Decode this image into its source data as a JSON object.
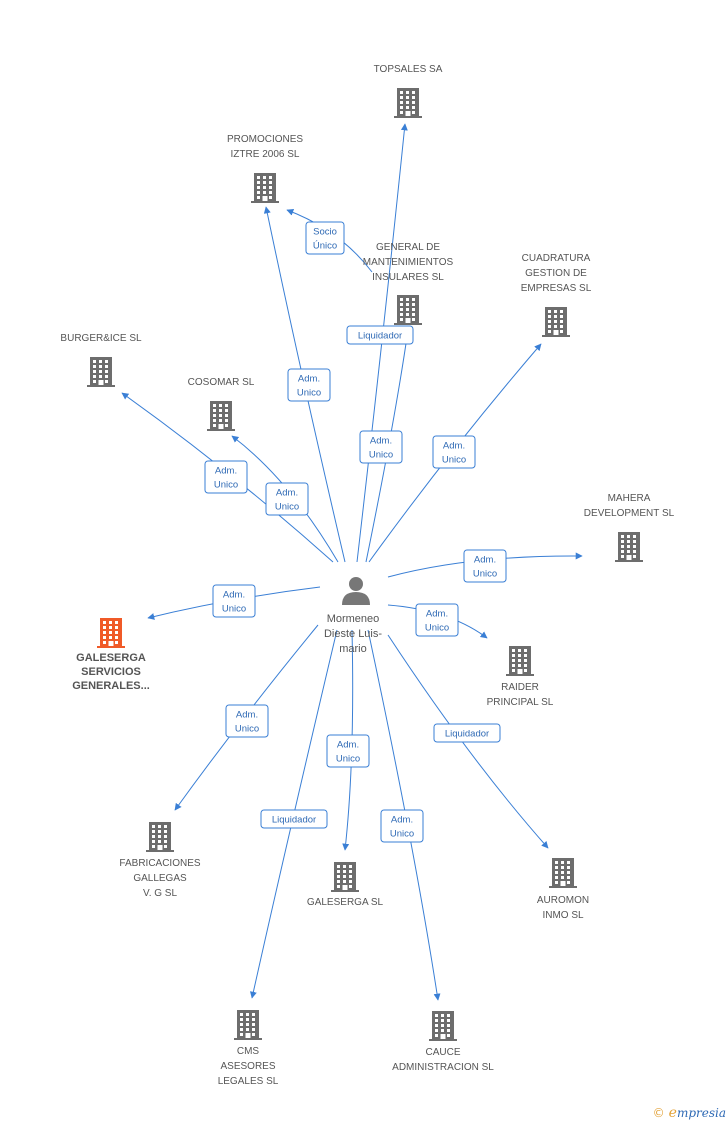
{
  "center": {
    "lines": [
      "Mormeneo",
      "Dieste Luis-",
      "mario"
    ]
  },
  "nodes": [
    {
      "id": "topsales",
      "lines": [
        "TOPSALES SA"
      ],
      "highlight": false
    },
    {
      "id": "promociones",
      "lines": [
        "PROMOCIONES",
        "IZTRE 2006 SL"
      ],
      "highlight": false
    },
    {
      "id": "general",
      "lines": [
        "GENERAL DE",
        "MANTENIMIENTOS",
        "INSULARES SL"
      ],
      "highlight": false
    },
    {
      "id": "cuadratura",
      "lines": [
        "CUADRATURA",
        "GESTION DE",
        "EMPRESAS  SL"
      ],
      "highlight": false
    },
    {
      "id": "burger",
      "lines": [
        "BURGER&ICE  SL"
      ],
      "highlight": false
    },
    {
      "id": "cosomar",
      "lines": [
        "COSOMAR SL"
      ],
      "highlight": false
    },
    {
      "id": "mahera",
      "lines": [
        "MAHERA",
        "DEVELOPMENT SL"
      ],
      "highlight": false
    },
    {
      "id": "galeserga_servicios",
      "lines": [
        "GALESERGA",
        "SERVICIOS",
        "GENERALES..."
      ],
      "highlight": true
    },
    {
      "id": "raider",
      "lines": [
        "RAIDER",
        "PRINCIPAL SL"
      ],
      "highlight": false
    },
    {
      "id": "fabricaciones",
      "lines": [
        "FABRICACIONES",
        "GALLEGAS",
        "V.  G SL"
      ],
      "highlight": false
    },
    {
      "id": "galeserga",
      "lines": [
        "GALESERGA SL"
      ],
      "highlight": false
    },
    {
      "id": "auromon",
      "lines": [
        "AUROMON",
        "INMO  SL"
      ],
      "highlight": false
    },
    {
      "id": "cms",
      "lines": [
        "CMS",
        "ASESORES",
        "LEGALES SL"
      ],
      "highlight": false
    },
    {
      "id": "cauce",
      "lines": [
        "CAUCE",
        "ADMINISTRACION SL"
      ],
      "highlight": false
    }
  ],
  "edges": [
    {
      "to": "topsales",
      "lines": [
        "Adm.",
        "Unico"
      ]
    },
    {
      "to": "promociones",
      "lines": [
        "Adm.",
        "Unico"
      ]
    },
    {
      "to": "general",
      "lines": [
        "Liquidador"
      ]
    },
    {
      "from": "general",
      "to": "promociones",
      "lines": [
        "Socio",
        "Único"
      ]
    },
    {
      "to": "cuadratura",
      "lines": [
        "Adm.",
        "Unico"
      ]
    },
    {
      "to": "burger",
      "lines": [
        "Adm.",
        "Unico"
      ]
    },
    {
      "to": "cosomar",
      "lines": [
        "Adm.",
        "Unico"
      ]
    },
    {
      "to": "mahera",
      "lines": [
        "Adm.",
        "Unico"
      ]
    },
    {
      "to": "galeserga_servicios",
      "lines": [
        "Adm.",
        "Unico"
      ]
    },
    {
      "to": "raider",
      "lines": [
        "Adm.",
        "Unico"
      ]
    },
    {
      "to": "fabricaciones",
      "lines": [
        "Adm.",
        "Unico"
      ]
    },
    {
      "to": "galeserga",
      "lines": [
        "Adm.",
        "Unico"
      ]
    },
    {
      "to": "auromon",
      "lines": [
        "Liquidador"
      ]
    },
    {
      "to": "cms",
      "lines": [
        "Liquidador"
      ]
    },
    {
      "to": "cauce",
      "lines": [
        "Adm.",
        "Unico"
      ]
    }
  ],
  "footer": {
    "copyright": "©",
    "brand_first": "e",
    "brand_rest": "mpresia"
  },
  "colors": {
    "edge": "#3a7fd5",
    "building": "#6d6d6d",
    "building_highlight": "#f05a28",
    "person": "#777777"
  }
}
